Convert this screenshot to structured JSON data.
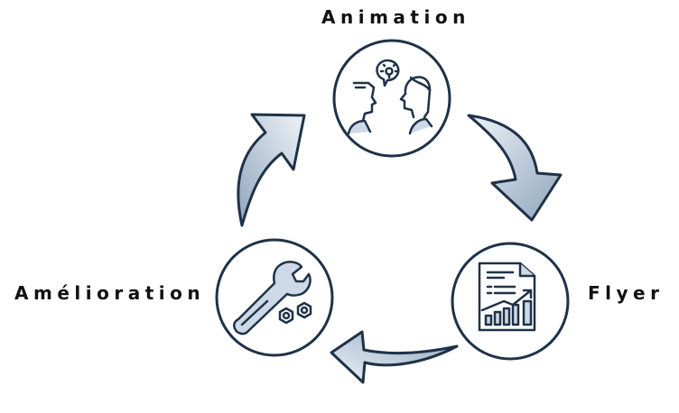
{
  "labels": {
    "top": "Animation",
    "left": "Amélioration",
    "right": "Flyer"
  },
  "icons": {
    "top": "people-idea-icon",
    "right": "report-chart-icon",
    "left": "wrench-nuts-icon"
  },
  "colors": {
    "stroke": "#1f3247",
    "arrow_light": "#e6edf5",
    "arrow_dark": "#8ea4bc",
    "icon_fill": "#cdd9e7",
    "text": "#111111"
  }
}
